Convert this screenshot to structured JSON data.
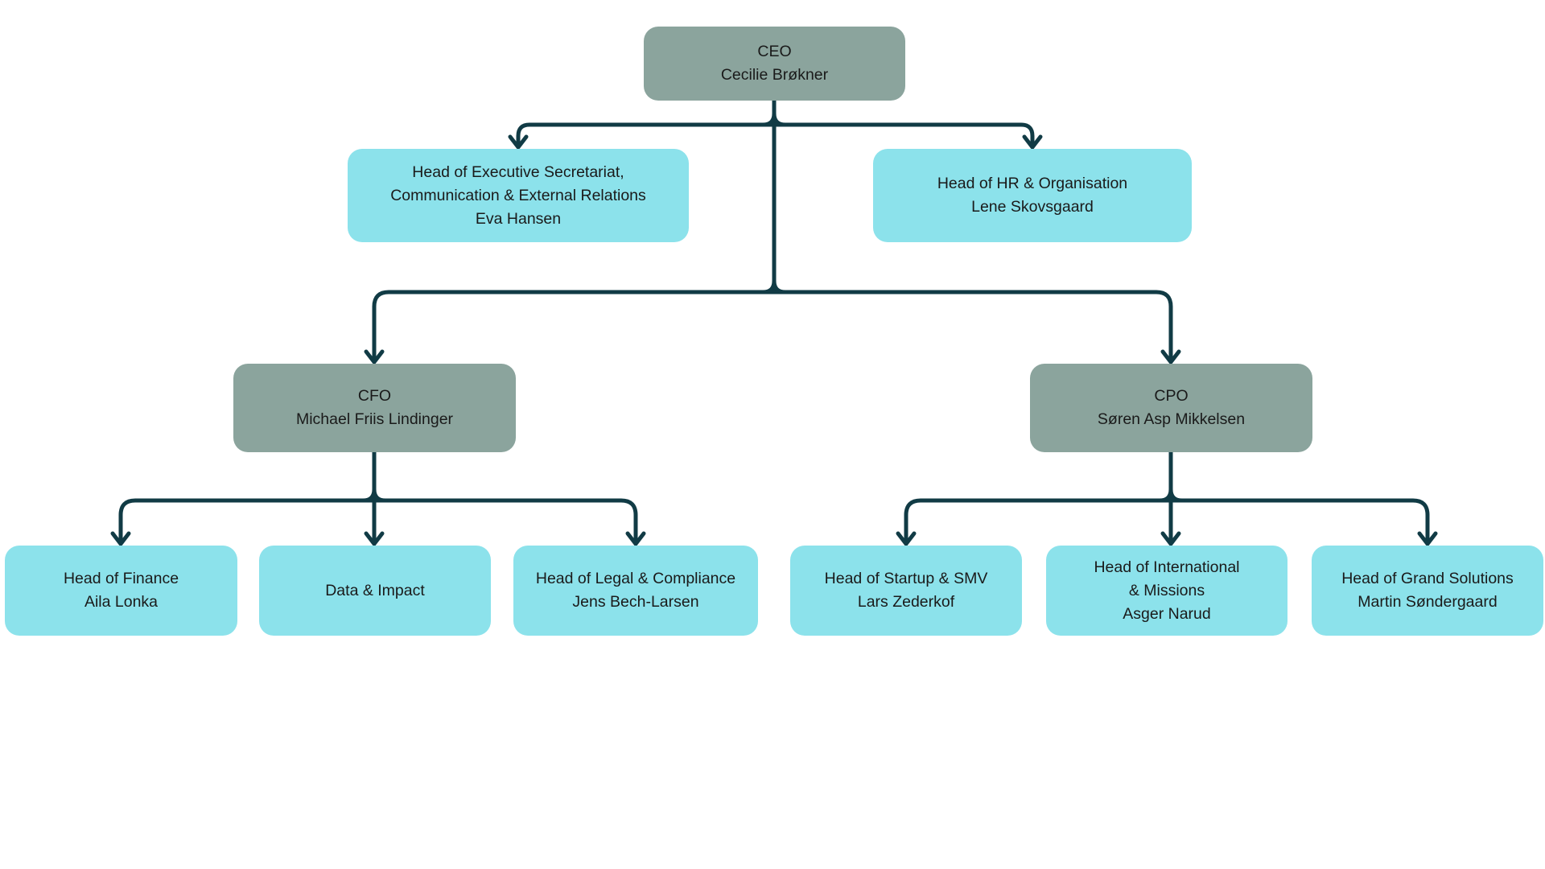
{
  "colors": {
    "exec-box": "#8BA49D",
    "dept-box": "#8CE2EB",
    "connector": "#113B45",
    "text": "#1A1A1A",
    "background": "#FFFFFF"
  },
  "org": {
    "ceo": {
      "title": "CEO",
      "name": "Cecilie Brøkner"
    },
    "ceo_staff": [
      {
        "title": "Head of Executive Secretariat,\nCommunication & External Relations",
        "name": "Eva Hansen"
      },
      {
        "title": "Head of HR & Organisation",
        "name": "Lene Skovsgaard"
      }
    ],
    "executives": [
      {
        "title": "CFO",
        "name": "Michael Friis Lindinger"
      },
      {
        "title": "CPO",
        "name": "Søren Asp Mikkelsen"
      }
    ],
    "cfo_reports": [
      {
        "title": "Head of Finance",
        "name": "Aila Lonka"
      },
      {
        "title": "Data & Impact",
        "name": ""
      },
      {
        "title": "Head of Legal & Compliance",
        "name": "Jens Bech-Larsen"
      }
    ],
    "cpo_reports": [
      {
        "title": "Head of Startup & SMV",
        "name": "Lars Zederkof"
      },
      {
        "title": "Head of International\n& Missions",
        "name": "Asger Narud"
      },
      {
        "title": "Head of Grand Solutions",
        "name": "Martin Søndergaard"
      }
    ]
  }
}
